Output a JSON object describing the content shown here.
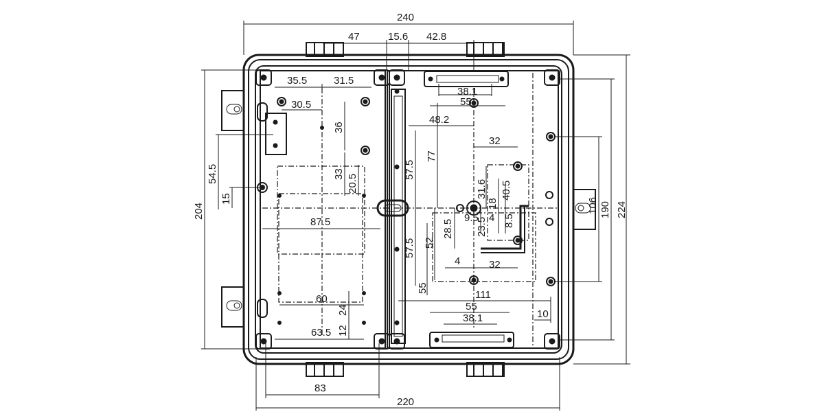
{
  "dimensions": {
    "overall_width": "240",
    "base_width": "220",
    "overall_height": "224",
    "height_204": "204",
    "height_190": "190",
    "height_106": "106",
    "top_47": "47",
    "top_15_6": "15.6",
    "top_42_8": "42.8",
    "left_35_5": "35.5",
    "left_31_5": "31.5",
    "left_30_5": "30.5",
    "left_36": "36",
    "left_33": "33",
    "left_20_5": "20.5",
    "left_54_5": "54.5",
    "left_15": "15",
    "left_87_5": "87.5",
    "left_60": "60",
    "left_24": "24",
    "left_12": "12",
    "left_63_5": "63.5",
    "bottom_83": "83",
    "mid_57_5_upper": "57.5",
    "mid_57_5_lower": "57.5",
    "mid_55_vertical": "55",
    "mid_52": "52",
    "mid_77": "77",
    "right_38_1_top": "38.1",
    "right_55_top": "55",
    "right_48_2": "48.2",
    "right_32_top": "32",
    "right_31_6": "31.6",
    "right_40_5": "40.5",
    "right_18": "18",
    "right_4_upper": "4",
    "right_8_5": "8.5",
    "right_9_5": "9.5",
    "right_28_5": "28.5",
    "right_23_5": "23.5",
    "right_4_lower": "4",
    "right_32_bottom": "32",
    "right_111": "111",
    "right_55_bottom": "55",
    "right_38_1_bottom": "38.1",
    "right_10": "10"
  }
}
